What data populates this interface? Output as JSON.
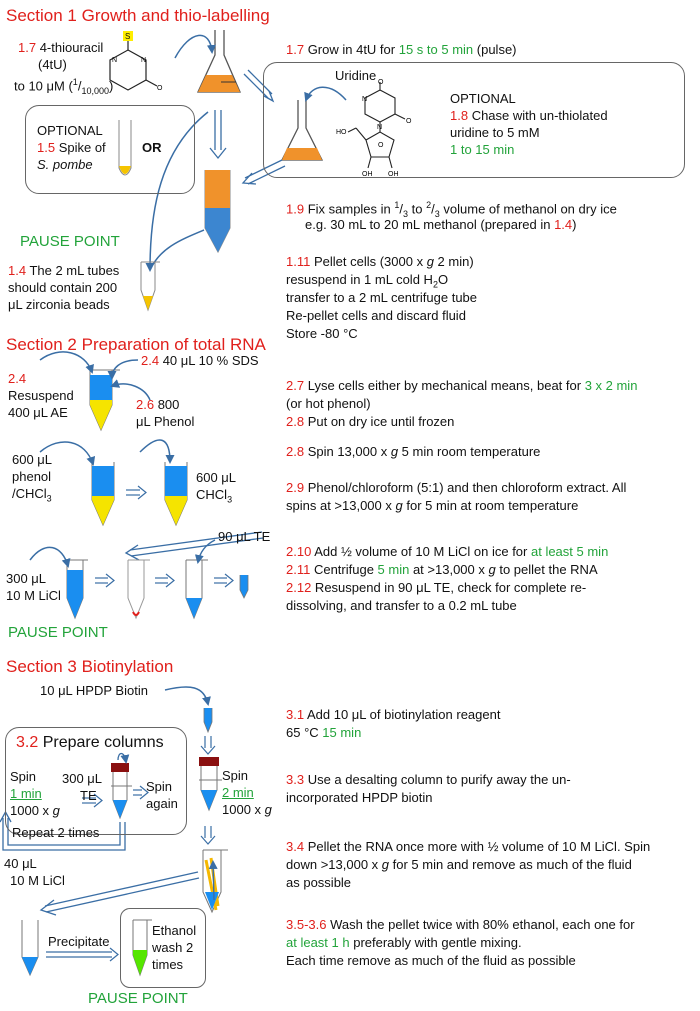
{
  "colors": {
    "red": "#e0201c",
    "green": "#22a33a",
    "orange": "#f0922b",
    "blue": "#3c86d0",
    "yellow": "#f5c400",
    "arrow": "#3a6ea5",
    "lime": "#55e600"
  },
  "s1": {
    "title": "Section 1 Growth and thio-labelling",
    "n17a": "1.7",
    "tu1": " 4-thiouracil",
    "tu2": "(4tU)",
    "tu3a": "to 10 μM (",
    "tu3b": "1",
    "tu3c": "/",
    "tu3d": "10,000",
    "tu3e": ")",
    "grow_pre": " Grow in 4tU for ",
    "grow_g": "15 s to 5 min",
    "grow_post": " (pulse)",
    "uridine": "Uridine",
    "opt": "OPTIONAL",
    "n18": "1.8",
    "chase1": " Chase with un-thiolated",
    "chase2": "uridine to 5 mM",
    "chase_g": "1 to 15 min",
    "opt2": "OPTIONAL",
    "n15": "1.5",
    "spike1": " Spike of",
    "spike2": "S. pombe",
    "or": "OR",
    "n19": "1.9",
    "fix_a": " Fix samples in ",
    "fix_b": "1",
    "fix_c": "/",
    "fix_d": "3",
    "fix_e": " to ",
    "fix_f": "2",
    "fix_g": "/",
    "fix_h": "3",
    "fix_i": " volume of methanol on dry ice",
    "fix2a": "e.g. 30 mL to 20 mL methanol (prepared in ",
    "fix2b": "1.4",
    "fix2c": ")",
    "pause": "PAUSE POINT",
    "n14": "1.4",
    "tubes1": " The 2 mL tubes",
    "tubes2": "should contain 200",
    "tubes3": "μL zirconia beads",
    "n111": "1.11",
    "pel1": " Pellet cells (3000 x ",
    "pel1g": "g",
    "pel1b": " 2 min)",
    "pel2a": "resuspend in 1 mL cold H",
    "pel2b": "2",
    "pel2c": "O",
    "pel3": "transfer to a 2 mL centrifuge tube",
    "pel4": "Re-pellet cells and discard fluid",
    "pel5": "Store -80 °C"
  },
  "s2": {
    "title": "Section 2 Preparation of total RNA",
    "n24a": "2.4",
    "res1": "Resuspend",
    "res2": "400 μL AE",
    "n24b": "2.4",
    "sds": " 40 μL 10 % SDS",
    "n26": "2.6",
    "phe1": " 800",
    "phe2": "μL Phenol",
    "pc1": "600 μL",
    "pc2": "phenol",
    "pc3a": "/CHCl",
    "pc3b": "3",
    "ch1": "600 μL",
    "ch2a": "CHCl",
    "ch2b": "3",
    "te": "90 μL TE",
    "li1": "300 μL",
    "li2": "10 M LiCl",
    "pause": "PAUSE POINT",
    "n27": "2.7",
    "lyse_a": " Lyse cells either by mechanical means, beat for ",
    "lyse_g": "3 x 2 min",
    "lyse2": "(or hot phenol)",
    "n28a": "2.8",
    "ice": " Put on dry ice until frozen",
    "n28b": "2.8",
    "spin_a": " Spin 13,000 x ",
    "spin_g": "g",
    "spin_b": " 5 min room temperature",
    "n29": "2.9",
    "pce1": " Phenol/chloroform (5:1) and then chloroform extract. All",
    "pce2a": "spins at >13,000 x ",
    "pce2g": "g",
    "pce2b": " for 5 min at room temperature",
    "n210": "2.10",
    "add_a": " Add ½ volume of 10 M LiCl on ice for ",
    "add_g": "at least 5 min",
    "n211": "2.11",
    "cen_a": " Centrifuge ",
    "cen_g": "5 min",
    "cen_b": " at >13,000 x ",
    "cen_i": "g",
    "cen_c": " to pellet the RNA",
    "n212": "2.12",
    "rs1": " Resuspend in 90 μL TE, check for complete re-",
    "rs2": "dissolving, and transfer to a 0.2 mL tube"
  },
  "s3": {
    "title": "Section 3 Biotinylation",
    "hpdp": "10 μL HPDP Biotin",
    "n32": "3.2",
    "prep": " Prepare columns",
    "spin": "Spin",
    "min1": "1 min",
    "g1a": "1000 x ",
    "g1b": "g",
    "te1": "300 μL",
    "te2": "TE",
    "sa1": "Spin",
    "sa2": "again",
    "rep": "Repeat 2 times",
    "spin2": "Spin",
    "min2": "2 min",
    "g2a": "1000 x ",
    "g2b": "g",
    "li1": "40 μL",
    "li2": "10 M LiCl",
    "prec": "Precipitate",
    "eth1": "Ethanol",
    "eth2": "wash 2",
    "eth3": "times",
    "pause": "PAUSE POINT",
    "n31": "3.1",
    "bio": " Add 10 μL of biotinylation reagent",
    "bio2a": "65 °C ",
    "bio2g": "15 min",
    "n33": "3.3",
    "des1": " Use a desalting column to purify away the un-",
    "des2": "incorporated HPDP biotin",
    "n34": "3.4",
    "p1": " Pellet the RNA once more with ½ volume of 10 M LiCl. Spin",
    "p2a": "down >13,000 x ",
    "p2g": "g",
    "p2b": " for 5 min and remove as much of the fluid",
    "p3": "as possible",
    "n356": "3.5-3.6",
    "w1": " Wash the pellet twice with 80% ethanol, each one for",
    "w2g": "at least 1 h",
    "w2": " preferably with gentle mixing.",
    "w3": "Each time remove as much of the fluid as possible"
  }
}
